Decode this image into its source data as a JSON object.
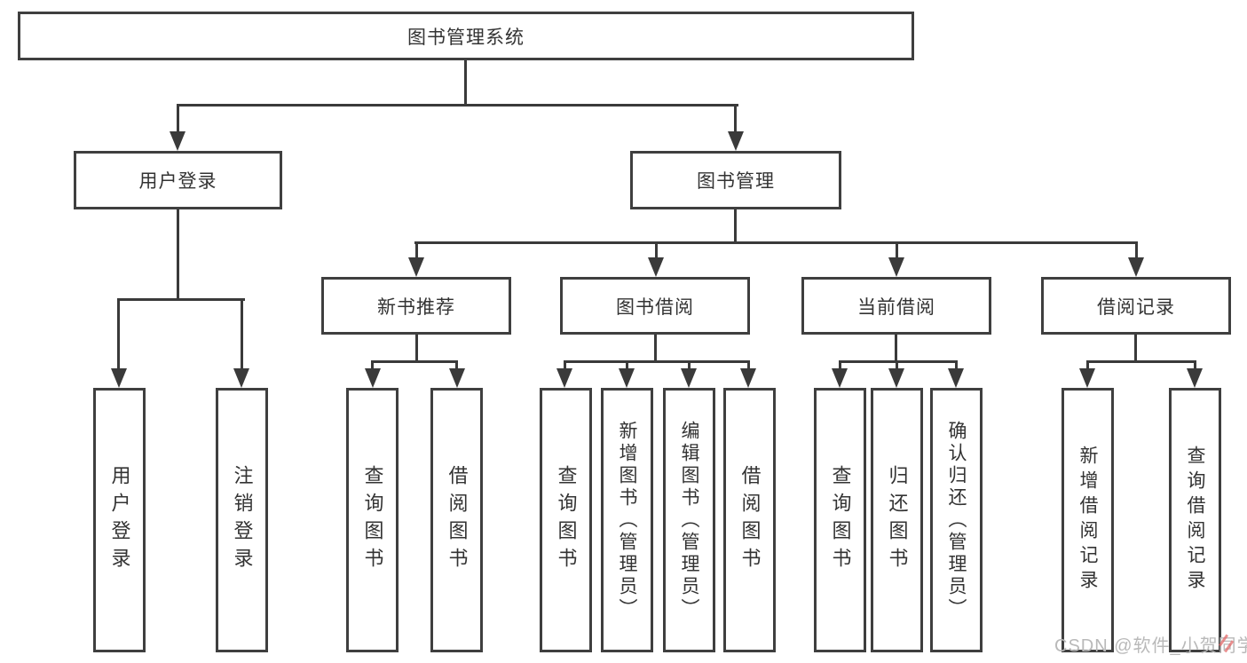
{
  "diagram_title": "图书管理系统",
  "tree": {
    "label": "图书管理系统",
    "children": [
      {
        "label": "用户登录",
        "children": [
          {
            "label": "用户登录"
          },
          {
            "label": "注销登录"
          }
        ]
      },
      {
        "label": "图书管理",
        "children": [
          {
            "label": "新书推荐",
            "children": [
              {
                "label": "查询图书"
              },
              {
                "label": "借阅图书"
              }
            ]
          },
          {
            "label": "图书借阅",
            "children": [
              {
                "label": "查询图书"
              },
              {
                "label": "新增图书（管理员）"
              },
              {
                "label": "编辑图书（管理员）"
              },
              {
                "label": "借阅图书"
              }
            ]
          },
          {
            "label": "当前借阅",
            "children": [
              {
                "label": "查询图书"
              },
              {
                "label": "归还图书"
              },
              {
                "label": "确认归还（管理员）"
              }
            ]
          },
          {
            "label": "借阅记录",
            "children": [
              {
                "label": "新增借阅记录"
              },
              {
                "label": "查询借阅记录"
              }
            ]
          }
        ]
      }
    ]
  },
  "watermark": {
    "text": "CSDN @软件_小贺同学"
  },
  "colors": {
    "background": "#ffffff",
    "box_border": "#3f3f3f",
    "box_fill": "#ffffff",
    "connector_line": "#3a3a3a",
    "text": "#333333",
    "watermark_text": "#b9b9b9",
    "watermark_accent": "#e36a6a"
  }
}
